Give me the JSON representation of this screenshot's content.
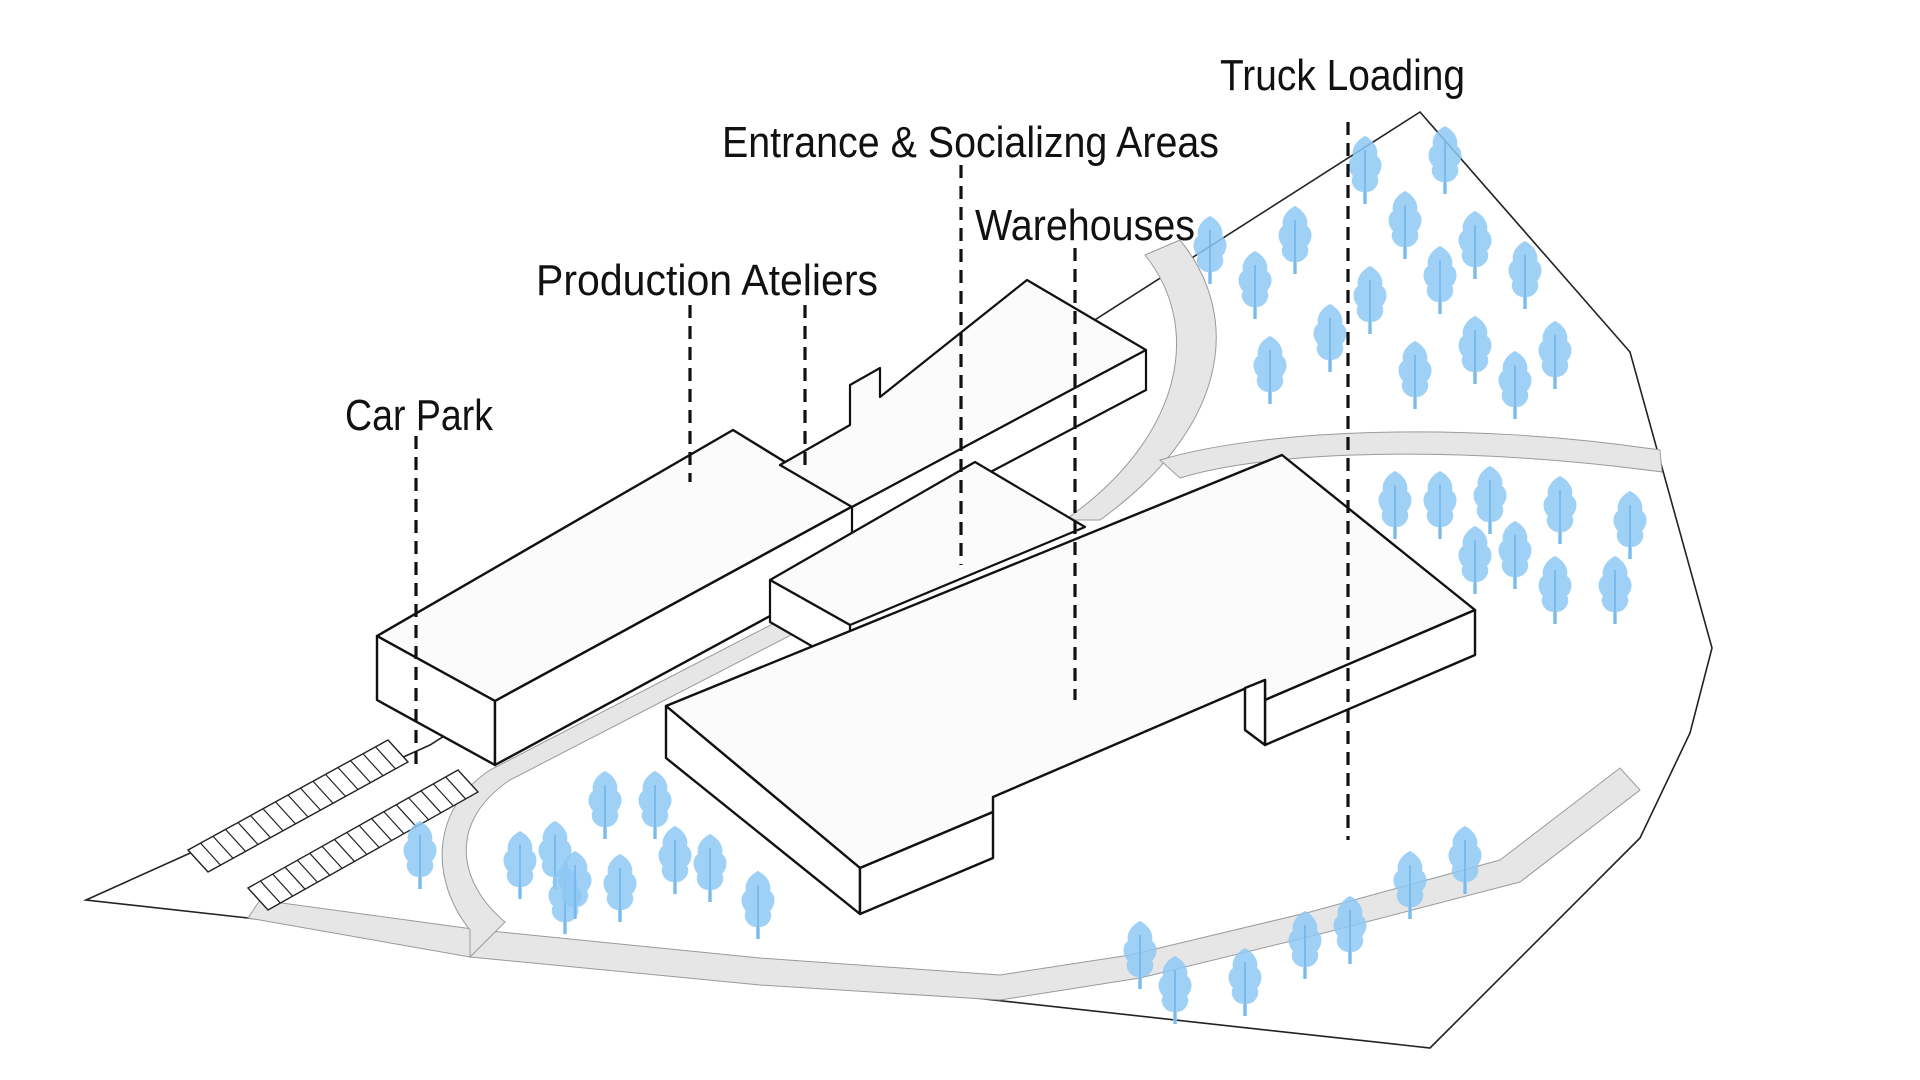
{
  "labels": {
    "car_park": "Car Park",
    "production_ateliers": "Production Ateliers",
    "entrance_socializing": "Entrance & Socializng Areas",
    "warehouses": "Warehouses",
    "truck_loading": "Truck Loading"
  },
  "colors": {
    "outline": "#111111",
    "building_top": "#fbfbfb",
    "building_side": "#ffffff",
    "road": "#e6e6e6",
    "tree": "#8ec8f4",
    "leader": "#111111"
  }
}
